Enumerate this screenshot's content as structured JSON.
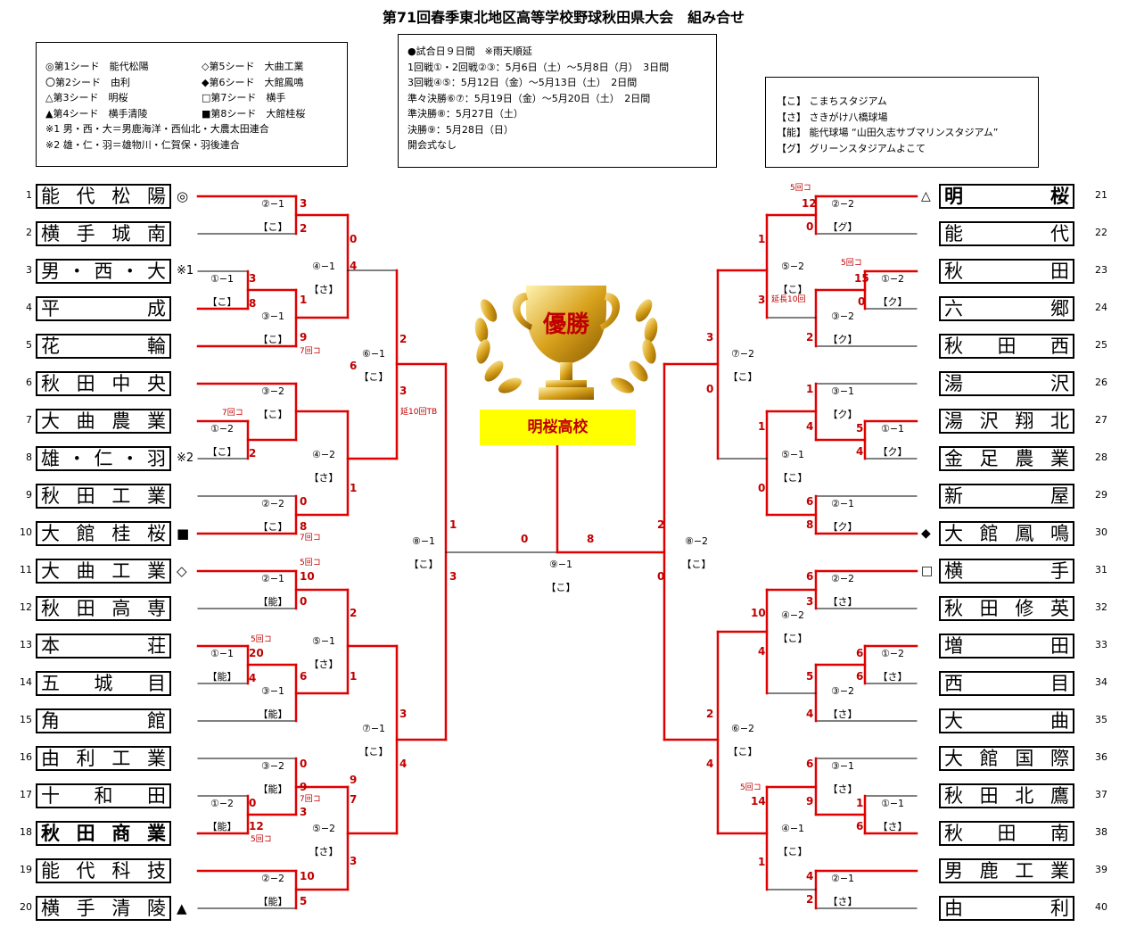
{
  "title": "第71回春季東北地区高等学校野球秋田県大会　組み合せ",
  "seeds_box": {
    "col1": [
      "◎第1シード　能代松陽",
      "〇第2シード　由利",
      "△第3シード　明桜",
      "▲第4シード　横手清陵"
    ],
    "col2": [
      "◇第5シード　大曲工業",
      "◆第6シード　大館鳳鳴",
      "□第7シード　横手",
      "■第8シード　大館桂桜"
    ],
    "notes": [
      "※1 男・西・大＝男鹿海洋・西仙北・大農太田連合",
      "※2 雄・仁・羽＝雄物川・仁賀保・羽後連合"
    ]
  },
  "schedule_box": [
    "●試合日９日間　※雨天順延",
    "1回戦①・2回戦②③：5月6日（土）～5月8日（月）　3日間",
    "3回戦④⑤：5月12日（金）～5月13日（土）　2日間",
    "準々決勝⑥⑦：5月19日（金）～5月20日（土）　2日間",
    "準決勝⑧：5月27日（土）",
    "決勝⑨：5月28日（日）",
    "開会式なし"
  ],
  "venue_box": [
    "【こ】 こまちスタジアム",
    "【さ】 さきがけ八橋球場",
    "【能】 能代球場 “山田久志サブマリンスタジアム”",
    "【グ】 グリーンスタジアムよこて"
  ],
  "winner_kanji": "優勝",
  "champion": "明桜高校",
  "teams_left": [
    {
      "no": "1",
      "name": "能代松陽",
      "mark": "◎"
    },
    {
      "no": "2",
      "name": "横手城南",
      "mark": ""
    },
    {
      "no": "3",
      "name": "男・西・大",
      "mark": "※1"
    },
    {
      "no": "4",
      "name": "平成",
      "mark": ""
    },
    {
      "no": "5",
      "name": "花輪",
      "mark": ""
    },
    {
      "no": "6",
      "name": "秋田中央",
      "mark": ""
    },
    {
      "no": "7",
      "name": "大曲農業",
      "mark": ""
    },
    {
      "no": "8",
      "name": "雄・仁・羽",
      "mark": "※2"
    },
    {
      "no": "9",
      "name": "秋田工業",
      "mark": ""
    },
    {
      "no": "10",
      "name": "大館桂桜",
      "mark": "■"
    },
    {
      "no": "11",
      "name": "大曲工業",
      "mark": "◇"
    },
    {
      "no": "12",
      "name": "秋田高専",
      "mark": ""
    },
    {
      "no": "13",
      "name": "本荘",
      "mark": ""
    },
    {
      "no": "14",
      "name": "五城目",
      "mark": ""
    },
    {
      "no": "15",
      "name": "角館",
      "mark": ""
    },
    {
      "no": "16",
      "name": "由利工業",
      "mark": ""
    },
    {
      "no": "17",
      "name": "十和田",
      "mark": ""
    },
    {
      "no": "18",
      "name": "秋田商業",
      "mark": "",
      "bold": true
    },
    {
      "no": "19",
      "name": "能代科技",
      "mark": ""
    },
    {
      "no": "20",
      "name": "横手清陵",
      "mark": "▲"
    }
  ],
  "teams_right": [
    {
      "no": "21",
      "name": "明桜",
      "mark": "△",
      "bold": true
    },
    {
      "no": "22",
      "name": "能代",
      "mark": ""
    },
    {
      "no": "23",
      "name": "秋田",
      "mark": ""
    },
    {
      "no": "24",
      "name": "六郷",
      "mark": ""
    },
    {
      "no": "25",
      "name": "秋田西",
      "mark": ""
    },
    {
      "no": "26",
      "name": "湯沢",
      "mark": ""
    },
    {
      "no": "27",
      "name": "湯沢翔北",
      "mark": ""
    },
    {
      "no": "28",
      "name": "金足農業",
      "mark": ""
    },
    {
      "no": "29",
      "name": "新屋",
      "mark": ""
    },
    {
      "no": "30",
      "name": "大館鳳鳴",
      "mark": "◆"
    },
    {
      "no": "31",
      "name": "横手",
      "mark": "□"
    },
    {
      "no": "32",
      "name": "秋田修英",
      "mark": ""
    },
    {
      "no": "33",
      "name": "増田",
      "mark": ""
    },
    {
      "no": "34",
      "name": "西目",
      "mark": ""
    },
    {
      "no": "35",
      "name": "大曲",
      "mark": ""
    },
    {
      "no": "36",
      "name": "大館国際",
      "mark": ""
    },
    {
      "no": "37",
      "name": "秋田北鷹",
      "mark": ""
    },
    {
      "no": "38",
      "name": "秋田南",
      "mark": ""
    },
    {
      "no": "39",
      "name": "男鹿工業",
      "mark": ""
    },
    {
      "no": "40",
      "name": "由利",
      "mark": ""
    }
  ],
  "game_labels": [
    {
      "t": "②−1",
      "v": "【こ】"
    },
    {
      "t": "①−1",
      "v": "【こ】"
    },
    {
      "t": "③−1",
      "v": "【こ】"
    },
    {
      "t": "③−2",
      "v": "【こ】"
    },
    {
      "t": "①−2",
      "v": "【こ】"
    },
    {
      "t": "②−2",
      "v": "【こ】"
    },
    {
      "t": "④−1",
      "v": "【さ】"
    },
    {
      "t": "④−2",
      "v": "【さ】"
    },
    {
      "t": "⑥−1",
      "v": "【こ】"
    },
    {
      "t": "②−1",
      "v": "【能】"
    },
    {
      "t": "①−1",
      "v": "【能】"
    },
    {
      "t": "③−1",
      "v": "【能】"
    },
    {
      "t": "③−2",
      "v": "【能】"
    },
    {
      "t": "①−2",
      "v": "【能】"
    },
    {
      "t": "②−2",
      "v": "【能】"
    },
    {
      "t": "⑤−1",
      "v": "【さ】"
    },
    {
      "t": "⑤−2",
      "v": "【さ】"
    },
    {
      "t": "⑦−1",
      "v": "【こ】"
    },
    {
      "t": "⑧−1",
      "v": "【こ】"
    },
    {
      "t": "⑨−1",
      "v": "【こ】"
    },
    {
      "t": "⑧−2",
      "v": "【こ】"
    },
    {
      "t": "②−2",
      "v": "【グ】"
    },
    {
      "t": "①−2",
      "v": "【ク】"
    },
    {
      "t": "③−2",
      "v": "【ク】"
    },
    {
      "t": "⑤−2",
      "v": "【こ】"
    },
    {
      "t": "③−1",
      "v": "【ク】"
    },
    {
      "t": "①−1",
      "v": "【ク】"
    },
    {
      "t": "⑤−1",
      "v": "【こ】"
    },
    {
      "t": "②−1",
      "v": "【ク】"
    },
    {
      "t": "⑦−2",
      "v": "【こ】"
    },
    {
      "t": "②−2",
      "v": "【さ】"
    },
    {
      "t": "①−2",
      "v": "【さ】"
    },
    {
      "t": "③−2",
      "v": "【さ】"
    },
    {
      "t": "④−2",
      "v": "【こ】"
    },
    {
      "t": "③−1",
      "v": "【さ】"
    },
    {
      "t": "①−1",
      "v": "【さ】"
    },
    {
      "t": "④−1",
      "v": "【こ】"
    },
    {
      "t": "②−1",
      "v": "【さ】"
    },
    {
      "t": "⑥−2",
      "v": "【こ】"
    }
  ],
  "scores": [
    "3",
    "2",
    "3",
    "8",
    "1",
    "9",
    "0",
    "4",
    "9",
    "3",
    "6",
    "2",
    "0",
    "8",
    "1",
    "2",
    "3",
    "10",
    "0",
    "20",
    "6",
    "4",
    "1",
    "2",
    "0",
    "9",
    "0",
    "12",
    "7",
    "10",
    "5",
    "3",
    "3",
    "4",
    "1",
    "3",
    "0",
    "8",
    "2",
    "0",
    "12",
    "0",
    "15",
    "0",
    "1",
    "3",
    "2",
    "3",
    "0",
    "1",
    "4",
    "5",
    "4",
    "1",
    "0",
    "6",
    "8",
    "6",
    "3",
    "10",
    "4",
    "6",
    "5",
    "6",
    "4",
    "2",
    "4",
    "6",
    "9",
    "1",
    "6",
    "14",
    "1",
    "4",
    "2"
  ],
  "notes_small": [
    "7回コ",
    "7回コ",
    "7回コ",
    "5回コ",
    "5回コ",
    "7回コ",
    "5回コ",
    "5回コ",
    "5回コ",
    "延長10回",
    "延10回TB",
    "5回コ"
  ]
}
